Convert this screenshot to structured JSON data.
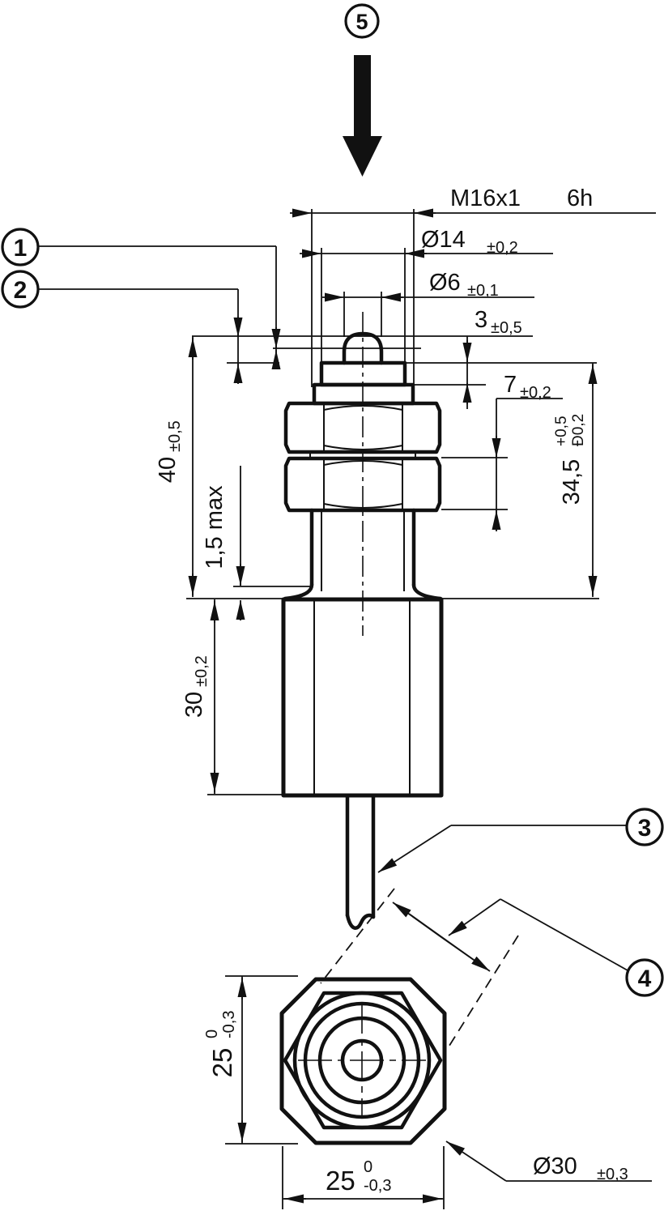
{
  "drawing": {
    "callouts": {
      "one": "1",
      "two": "2",
      "three": "3",
      "four": "4",
      "five": "5"
    },
    "dims": {
      "thread": {
        "main": "M16x1",
        "fit": "6h"
      },
      "d14": {
        "main": "Ø14",
        "tol": "±0,2"
      },
      "d6": {
        "main": "Ø6",
        "tol": "±0,1"
      },
      "t3": {
        "main": "3",
        "tol": "±0,5"
      },
      "t7": {
        "main": "7",
        "tol": "±0,2"
      },
      "h34_5": {
        "main": "34,5",
        "tol_upper": "+0,5",
        "tol_lower": "Đ0,2"
      },
      "h40": {
        "main": "40",
        "tol": "±0,5"
      },
      "gap": {
        "main": "1,5 max"
      },
      "h30": {
        "main": "30",
        "tol": "±0,2"
      },
      "w25_vert": {
        "main": "25",
        "tol_upper": "0",
        "tol_lower": "-0,3"
      },
      "w25_horiz": {
        "main": "25",
        "tol_upper": "0",
        "tol_lower": "-0,3"
      },
      "d30": {
        "main": "Ø30",
        "tol": "±0,3"
      }
    }
  }
}
